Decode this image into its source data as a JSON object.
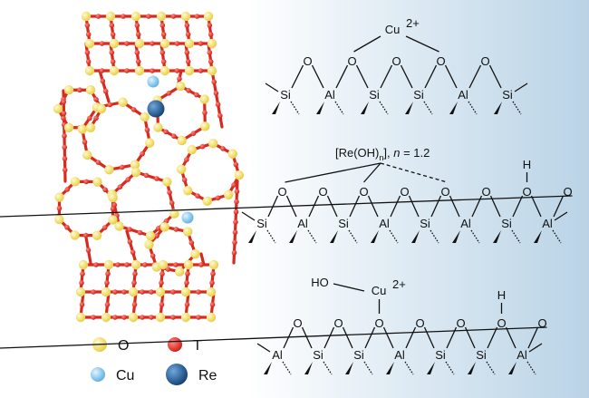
{
  "legend": [
    {
      "symbol": "O",
      "label": "O",
      "color": "#f2e15c"
    },
    {
      "symbol": "T",
      "label": "T",
      "color": "#e8281e"
    },
    {
      "symbol": "Cu",
      "label": "Cu",
      "color": "#7cc3e8"
    },
    {
      "symbol": "Re",
      "label": "Re",
      "color": "#1f5fa0"
    }
  ],
  "panel_bg": {
    "from": "#ffffff",
    "to": "#b9d3e6"
  },
  "scheme1": {
    "cation": "Cu",
    "cation_charge": "2+",
    "oxygens": [
      "O",
      "O",
      "O",
      "O",
      "O"
    ],
    "t_atoms": [
      "Si",
      "Al",
      "Si",
      "Si",
      "Al",
      "Si"
    ]
  },
  "scheme2": {
    "species_prefix": "[Re(OH)",
    "species_sub": "n",
    "species_suffix": "], ",
    "n_var": "n",
    "n_value": " = 1.2",
    "hydroxyl_H": "H",
    "oxygens": [
      "O",
      "O",
      "O",
      "O",
      "O",
      "O",
      "O",
      "O"
    ],
    "t_atoms": [
      "Si",
      "Al",
      "Si",
      "Al",
      "Si",
      "Al",
      "Si",
      "Al"
    ]
  },
  "scheme3": {
    "hydroxyl": "HO",
    "cation": "Cu",
    "cation_charge": "2+",
    "hydroxyl_H": "H",
    "oxygens": [
      "O",
      "O",
      "O",
      "O",
      "O",
      "O",
      "O"
    ],
    "t_atoms": [
      "Al",
      "Si",
      "Si",
      "Al",
      "Si",
      "Si",
      "Al"
    ]
  }
}
